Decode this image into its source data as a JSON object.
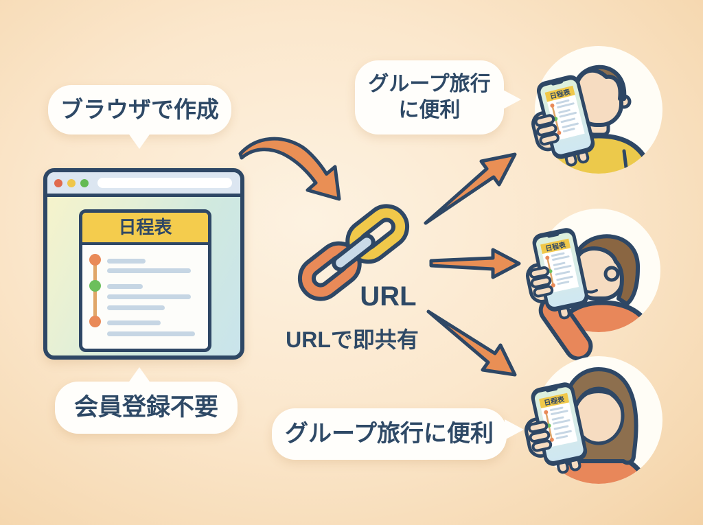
{
  "bubbles": {
    "create": "ブラウザで作成",
    "no_registration": "会員登録不要",
    "group_top": {
      "line1": "グループ旅行",
      "line2": "に便利"
    },
    "group_bottom": "グループ旅行に便利"
  },
  "browser": {
    "card_title": "日程表"
  },
  "share": {
    "url_label": "URL",
    "caption": "URLで即共有"
  },
  "phones": {
    "screen_title": "日程表"
  },
  "colors": {
    "outline_navy": "#2e4765",
    "text_navy": "#2e4966",
    "orange": "#e98a58",
    "yellow": "#f0c84a",
    "link_connector_blue": "#c9dae8",
    "green": "#6cbf5c",
    "background_peach": "#f6d9b2",
    "bubble_white": "#fffefb"
  }
}
